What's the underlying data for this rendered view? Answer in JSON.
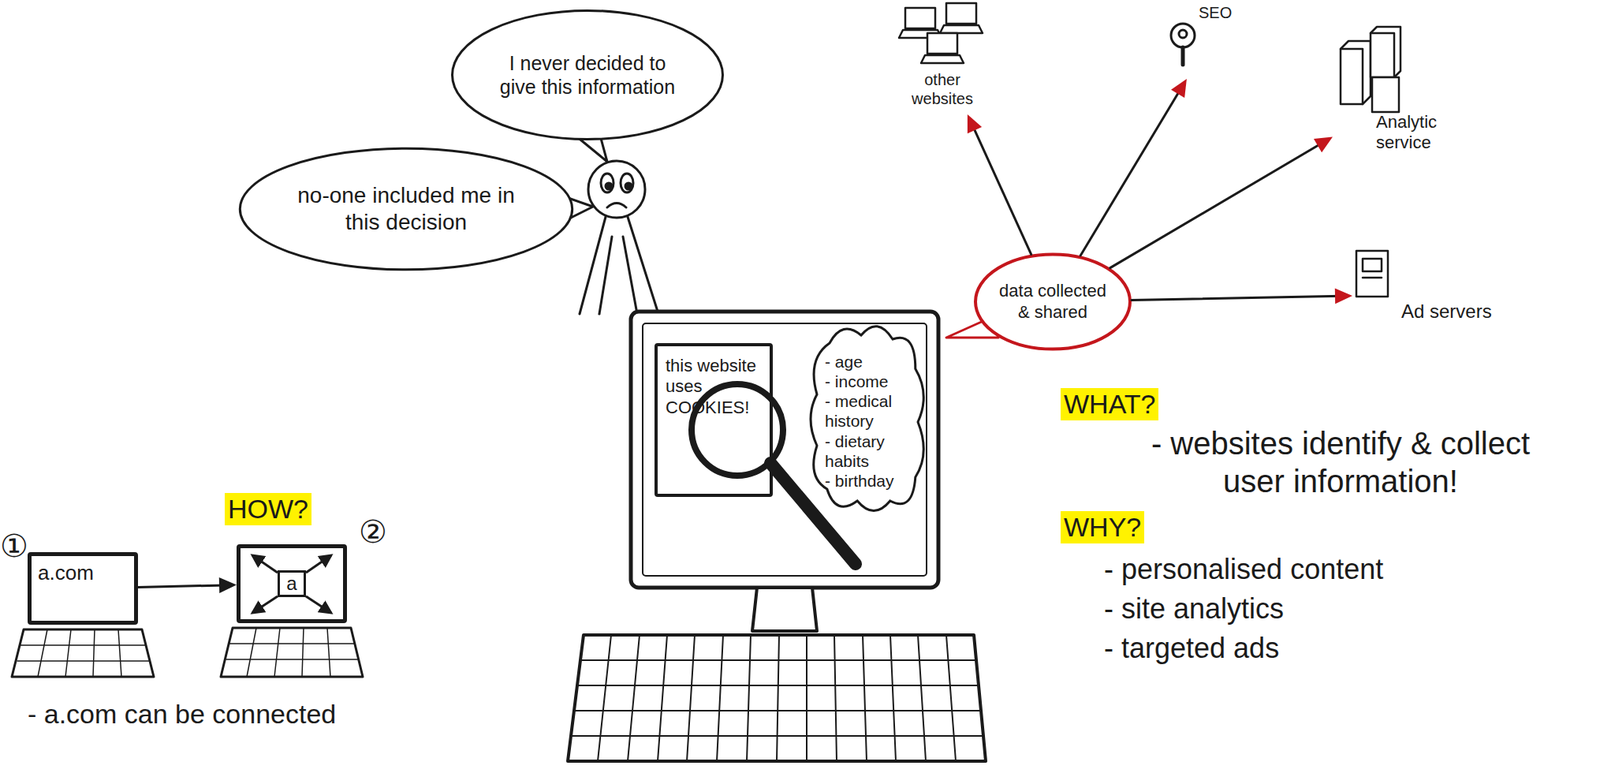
{
  "diagram": {
    "nodes": [
      {
        "text": [
          "I never decided to give this information"
        ]
      },
      {
        "text": [
          "other websites"
        ]
      },
      {
        "text": [
          "SEO"
        ]
      },
      {
        "text": [
          "Analytic service"
        ]
      },
      {
        "text": [
          "no-one included me in this decision"
        ]
      },
      {
        "text": [
          "data collected & shared"
        ]
      },
      {
        "text": [
          "Ad servers"
        ]
      },
      {
        "text": [
          "this website uses COOKIES!"
        ]
      },
      {
        "text": [
          "- age",
          "- income",
          "- medical history",
          "- dietary habits",
          "- birthday"
        ]
      },
      {
        "text": [
          "a.com"
        ]
      },
      {
        "text": [
          "a"
        ]
      }
    ],
    "edges": [
      {
        "from": 5,
        "to": 1,
        "arrow": "to"
      },
      {
        "from": 5,
        "to": 2,
        "arrow": "to"
      },
      {
        "from": 5,
        "to": 3,
        "arrow": "to"
      },
      {
        "from": 5,
        "to": 6,
        "arrow": "to"
      },
      {
        "from": 9,
        "to": 10,
        "arrow": "to"
      }
    ],
    "labels": [
      "WHAT?",
      "- websites identify & collect user information!",
      "WHY?",
      "- personalised content",
      "- site analytics",
      "- targeted ads",
      "HOW?",
      "①",
      "②",
      "- a.com can be connected"
    ]
  }
}
